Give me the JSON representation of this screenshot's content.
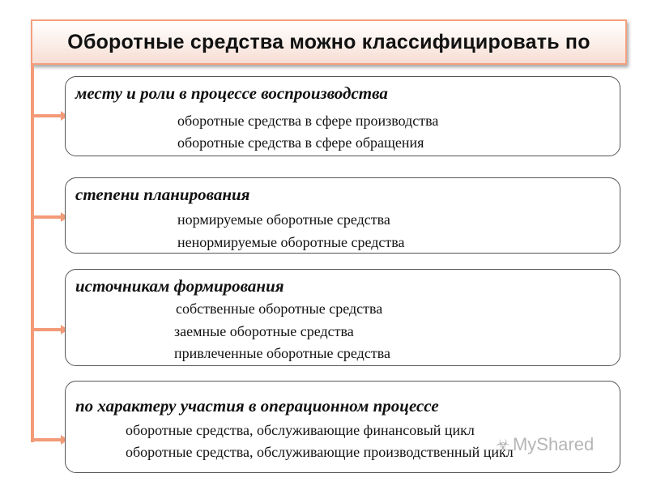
{
  "title": "Оборотные средства можно классифицировать по",
  "cards": [
    {
      "heading": "месту и роли в процессе воспроизводства",
      "items": [
        "оборотные средства в сфере производства",
        "оборотные средства в сфере обращения"
      ]
    },
    {
      "heading": "степени планирования",
      "items": [
        "нормируемые оборотные средства",
        "ненормируемые оборотные средства"
      ]
    },
    {
      "heading": "источникам формирования",
      "items": [
        "собственные оборотные средства",
        "заемные оборотные средства",
        "привлеченные оборотные средства"
      ]
    },
    {
      "heading": "по характеру участия в операционном процессе",
      "items": [
        "оборотные средства, обслуживающие финансовый цикл",
        "оборотные средства, обслуживающие производственный цикл"
      ]
    }
  ],
  "watermark": "MyShared",
  "colors": {
    "accent": "#f39a78",
    "card_border": "#555555",
    "title_bg": "#f6ddd3"
  }
}
